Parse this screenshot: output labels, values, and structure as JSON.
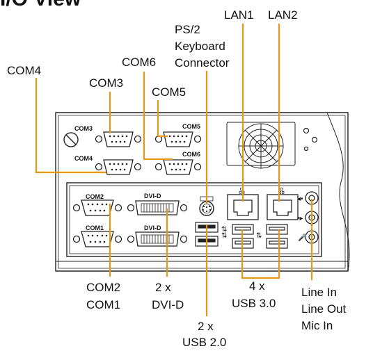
{
  "title": "I/O View",
  "callouts": {
    "com4": "COM4",
    "com3": "COM3",
    "com6": "COM6",
    "com5": "COM5",
    "ps2": [
      "PS/2",
      "Keyboard",
      "Connector"
    ],
    "lan1": "LAN1",
    "lan2": "LAN2",
    "com2_com1": [
      "COM2",
      "COM1"
    ],
    "dvi": [
      "2 x",
      "DVI-D"
    ],
    "usb2": [
      "2 x",
      "USB 2.0"
    ],
    "usb3": [
      "4 x",
      "USB 3.0"
    ],
    "audio": [
      "Line In",
      "Line Out",
      "Mic In"
    ]
  },
  "panel_labels": {
    "com3": "COM3",
    "com5": "COM5",
    "com4": "COM4",
    "com6": "COM6",
    "com2": "COM2",
    "com1": "COM1",
    "dvi_top": "DVI-D",
    "dvi_bottom": "DVI-D"
  },
  "colors": {
    "callout_line": "#e8961a",
    "outline": "#222222",
    "panel": "#ffffff"
  }
}
